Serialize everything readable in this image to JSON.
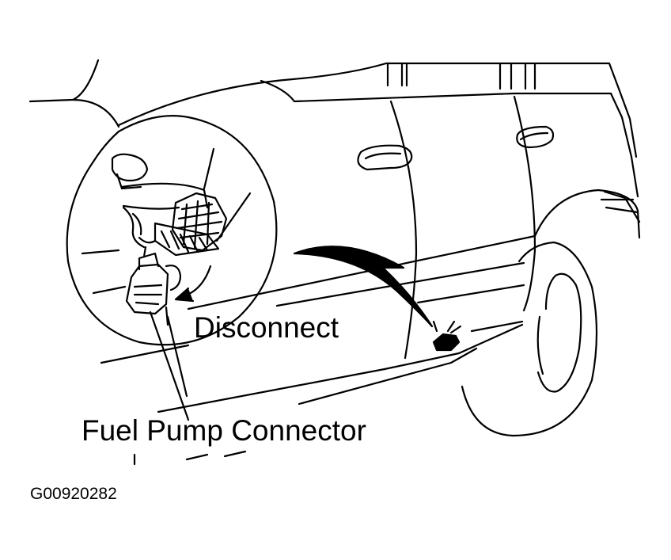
{
  "labels": {
    "disconnect": "Disconnect",
    "fuel_pump_connector": "Fuel Pump Connector"
  },
  "figure_id": "G00920282",
  "colors": {
    "ink": "#000000",
    "paper": "#ffffff"
  }
}
